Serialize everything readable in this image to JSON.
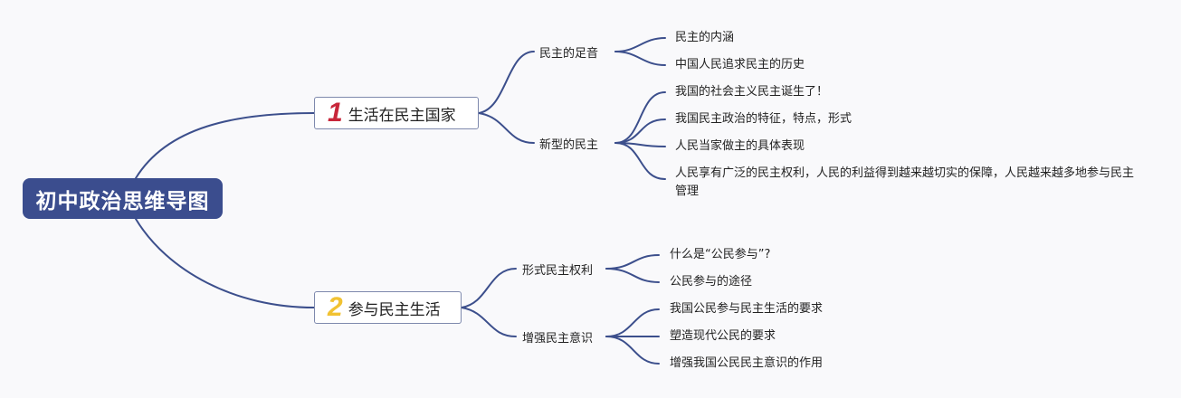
{
  "root": {
    "label": "初中政治思维导图"
  },
  "branches": [
    {
      "number": "1",
      "label": "生活在民主国家",
      "color": "#c8263a",
      "children": [
        {
          "label": "民主的足音",
          "leaves": [
            "民主的内涵",
            "中国人民追求民主的历史"
          ]
        },
        {
          "label": "新型的民主",
          "leaves": [
            "我国的社会主义民主诞生了！",
            "我国民主政治的特征，特点，形式",
            "人民当家做主的具体表现",
            "人民享有广泛的民主权利，人民的利益得到越来越切实的保障，人民越来越多地参与民主管理"
          ]
        }
      ]
    },
    {
      "number": "2",
      "label": "参与民主生活",
      "color": "#f1c232",
      "children": [
        {
          "label": "形式民主权利",
          "leaves": [
            "什么是“公民参与”?",
            "公民参与的途径"
          ]
        },
        {
          "label": "增强民主意识",
          "leaves": [
            "我国公民参与民主生活的要求",
            "塑造现代公民的要求",
            "增强我国公民民主意识的作用"
          ]
        }
      ]
    }
  ],
  "colors": {
    "root_bg": "#3b4d8e",
    "connector": "#3c4f8c",
    "background": "#f9f9fb"
  }
}
